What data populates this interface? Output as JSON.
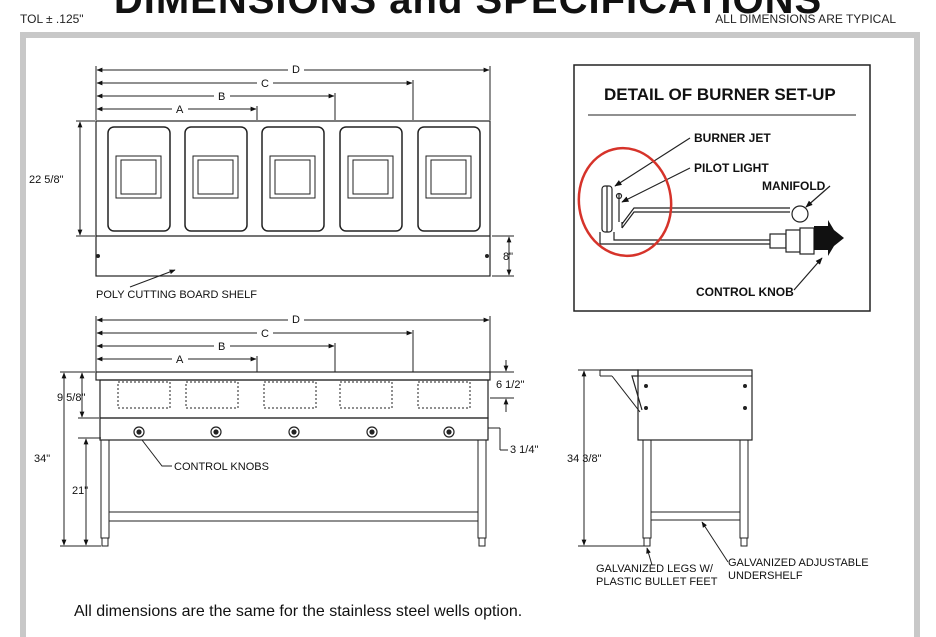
{
  "header": {
    "title": "DIMENSIONS and SPECIFICATIONS",
    "tolerance": "TOL ± .125\"",
    "typical_note": "ALL DIMENSIONS ARE TYPICAL"
  },
  "top_view": {
    "dim_labels": [
      "D",
      "C",
      "B",
      "A"
    ],
    "height_label": "22 5/8\"",
    "shelf_label": "8\"",
    "shelf_caption": "POLY CUTTING BOARD SHELF"
  },
  "front_view": {
    "dim_labels": [
      "D",
      "C",
      "B",
      "A"
    ],
    "well_height": "9 5/8\"",
    "total_height": "34\"",
    "leg_height": "21\"",
    "top_depth": "6 1/2\"",
    "knob_offset": "3 1/4\"",
    "knobs_caption": "CONTROL KNOBS"
  },
  "side_view": {
    "height_label": "34 3/8\"",
    "legs_caption_1": "GALVANIZED LEGS W/",
    "legs_caption_2": "PLASTIC BULLET FEET",
    "shelf_caption_1": "GALVANIZED ADJUSTABLE",
    "shelf_caption_2": "UNDERSHELF"
  },
  "detail": {
    "title": "DETAIL OF BURNER SET-UP",
    "burner_jet": "BURNER JET",
    "pilot_light": "PILOT LIGHT",
    "manifold": "MANIFOLD",
    "control_knob": "CONTROL KNOB",
    "highlight_color": "#d6332a"
  },
  "footer": {
    "note": "All dimensions are the same for the stainless steel wells option."
  }
}
